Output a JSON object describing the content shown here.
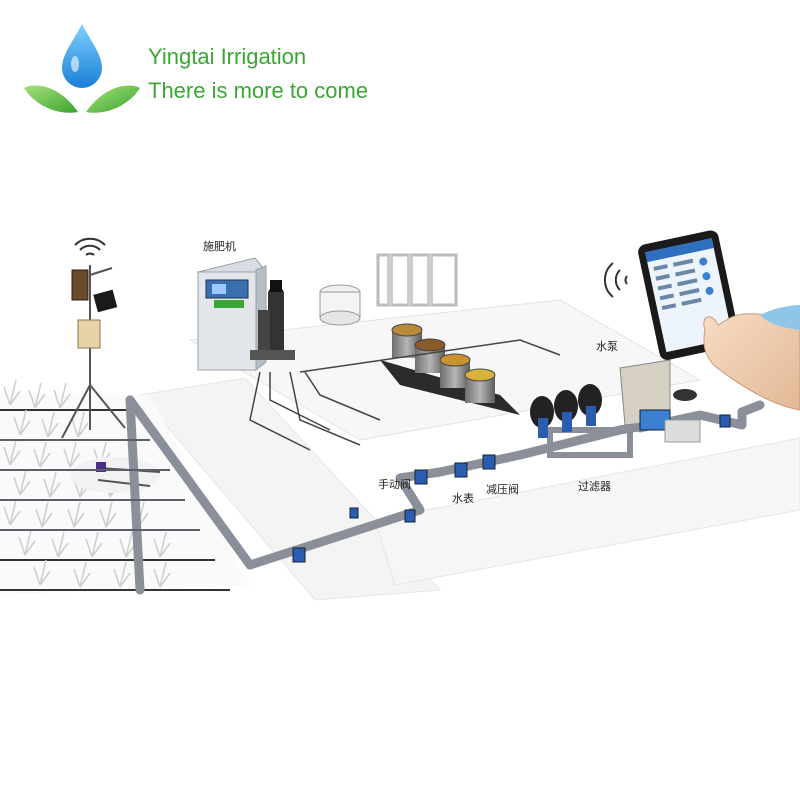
{
  "brand": {
    "name": "Yingtai Irrigation",
    "slogan": "There is more to come"
  },
  "labels": {
    "fertilizer_machine": "施肥机",
    "water_pump": "水泵",
    "manual_valve": "手动阀",
    "water_meter": "水表",
    "pressure_reducing_valve": "减压阀",
    "filter": "过滤器"
  },
  "colors": {
    "brand_green": "#3aa635",
    "water_drop": "#1e90e0",
    "pipe": "#8a8f99",
    "valve": "#2a5db0"
  },
  "icons": [
    "water-drop-icon",
    "leaf-icon",
    "wifi-icon",
    "tablet-icon"
  ]
}
